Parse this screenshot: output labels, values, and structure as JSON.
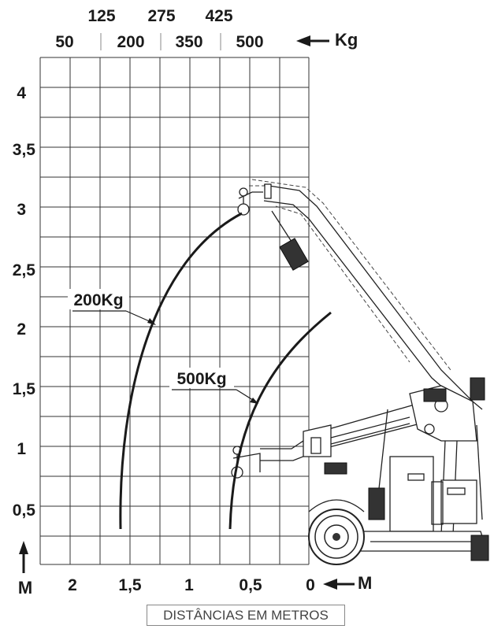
{
  "top_scale": {
    "row1": [
      "125",
      "275",
      "425"
    ],
    "row2": [
      "50",
      "200",
      "350",
      "500"
    ],
    "unit": "Kg"
  },
  "y_axis": {
    "ticks": [
      "4",
      "3,5",
      "3",
      "2,5",
      "2",
      "1,5",
      "1",
      "0,5"
    ],
    "unit": "M"
  },
  "x_axis": {
    "ticks": [
      "2",
      "1,5",
      "1",
      "0,5",
      "0"
    ],
    "unit": "M"
  },
  "curves": [
    {
      "label": "200Kg"
    },
    {
      "label": "500Kg"
    }
  ],
  "footer": "DISTÂNCIAS EM METROS"
}
